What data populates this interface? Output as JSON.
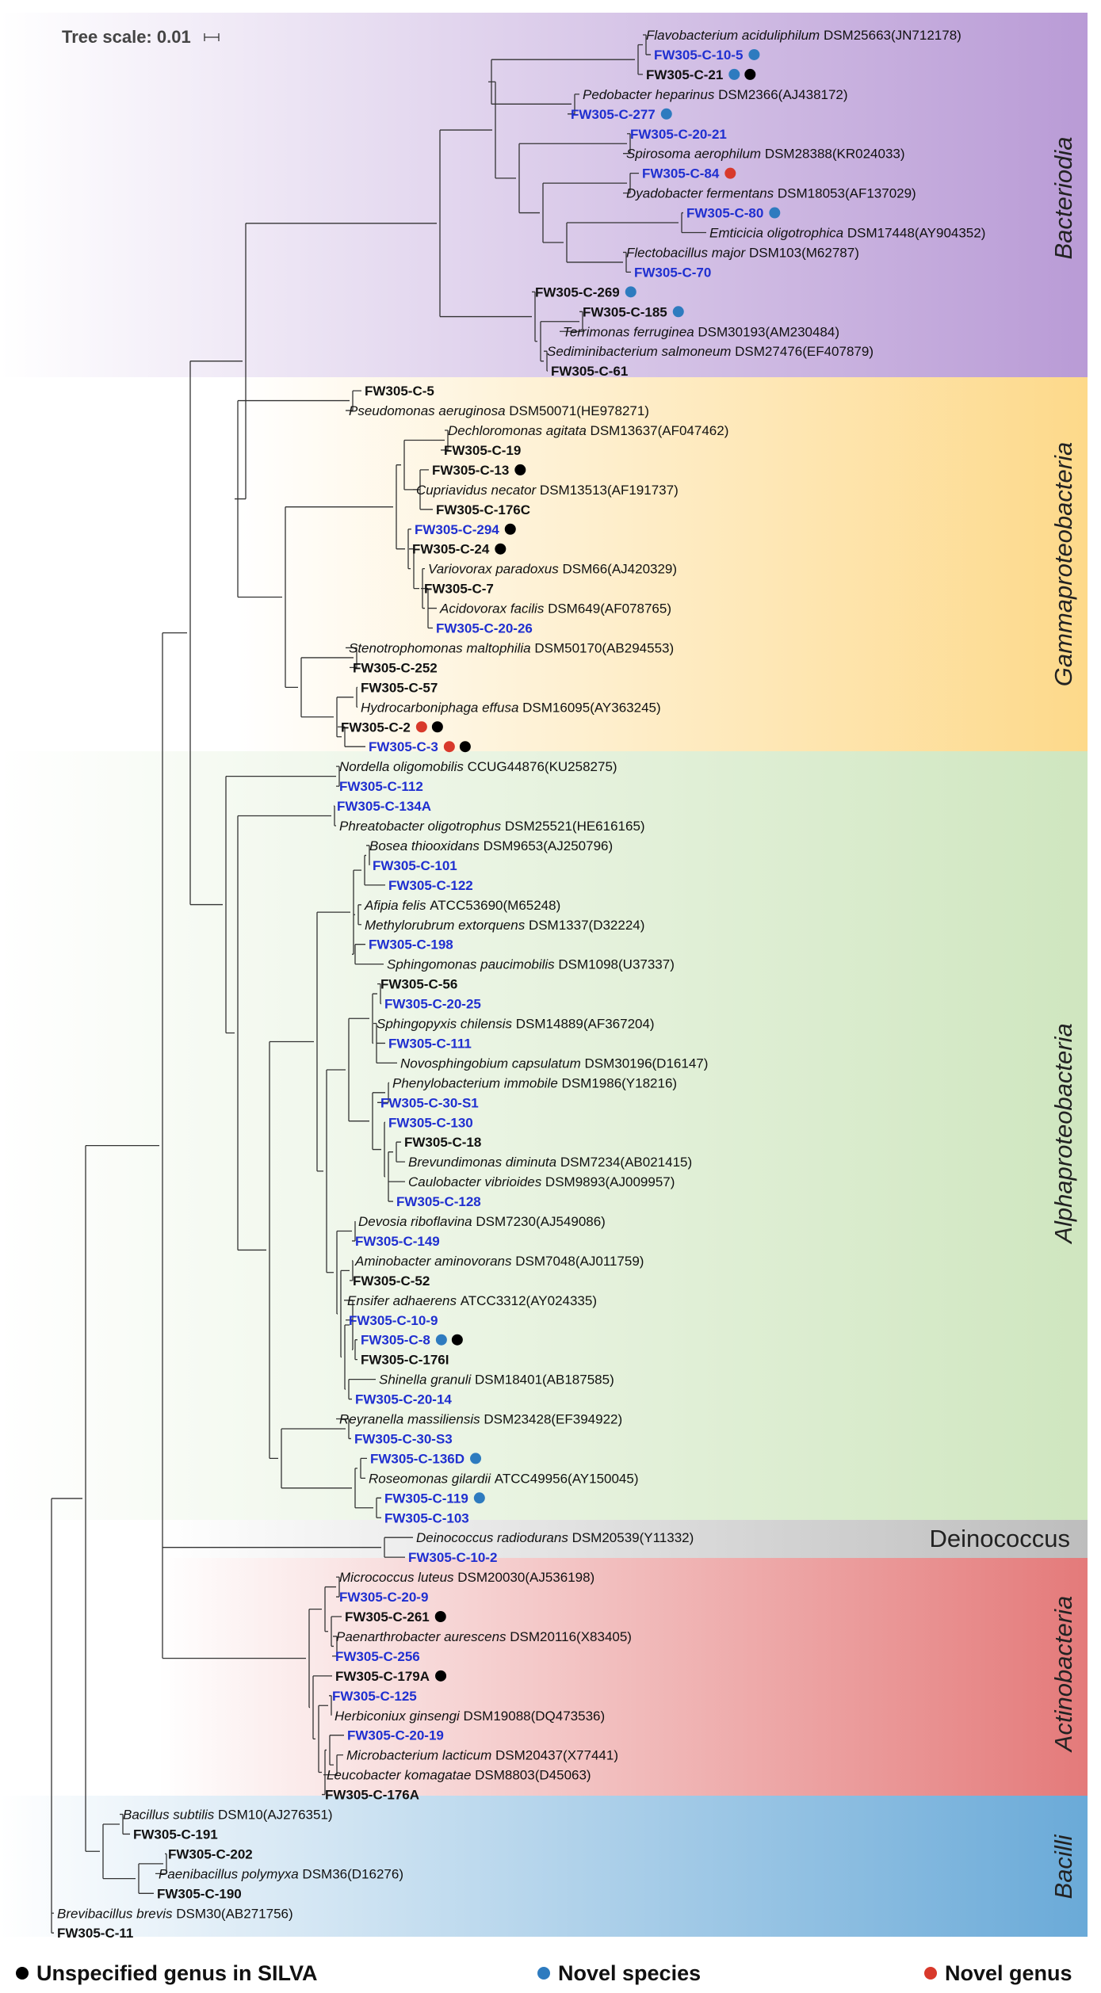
{
  "scale": {
    "label": "Tree scale: 0.01"
  },
  "colors": {
    "novel_isolate_text": "#1f2fd0",
    "dot_unspecified": "#000000",
    "dot_novel_species": "#2e7bbf",
    "dot_novel_genus": "#d8392b",
    "bacteriodia_bg": "#b99bd6",
    "gamma_bg": "#fdd98a",
    "alpha_bg": "#cfe6bf",
    "deino_bg": "#bdbdbd",
    "actino_bg": "#e47a7a",
    "bacilli_bg": "#6aaad8"
  },
  "clades": [
    {
      "label": "Bacteriodia"
    },
    {
      "label": "Gammaproteobacteria"
    },
    {
      "label": "Alphaproteobacteria"
    },
    {
      "label": "Deinococcus"
    },
    {
      "label": "Actinobacteria"
    },
    {
      "label": "Bacilli"
    }
  ],
  "leaves": [
    {
      "sp": "Flavobacterium aciduliphilum",
      "acc": "DSM25663(JN712178)"
    },
    {
      "iso": "FW305-C-10-5",
      "novel": true,
      "dots": [
        "b"
      ]
    },
    {
      "iso": "FW305-C-21",
      "dots": [
        "b",
        "k"
      ]
    },
    {
      "sp": "Pedobacter heparinus",
      "acc": "DSM2366(AJ438172)"
    },
    {
      "iso": "FW305-C-277",
      "novel": true,
      "dots": [
        "b"
      ]
    },
    {
      "iso": "FW305-C-20-21",
      "novel": true
    },
    {
      "sp": "Spirosoma aerophilum",
      "acc": "DSM28388(KR024033)"
    },
    {
      "iso": "FW305-C-84",
      "novel": true,
      "dots": [
        "r"
      ]
    },
    {
      "sp": "Dyadobacter fermentans",
      "acc": "DSM18053(AF137029)"
    },
    {
      "iso": "FW305-C-80",
      "novel": true,
      "dots": [
        "b"
      ]
    },
    {
      "sp": "Emticicia oligotrophica",
      "acc": "DSM17448(AY904352)"
    },
    {
      "sp": "Flectobacillus major",
      "acc": "DSM103(M62787)"
    },
    {
      "iso": "FW305-C-70",
      "novel": true
    },
    {
      "iso": "FW305-C-269",
      "dots": [
        "b"
      ]
    },
    {
      "iso": "FW305-C-185",
      "dots": [
        "b"
      ]
    },
    {
      "sp": "Terrimonas ferruginea",
      "acc": "DSM30193(AM230484)"
    },
    {
      "sp": "Sediminibacterium salmoneum",
      "acc": "DSM27476(EF407879)"
    },
    {
      "iso": "FW305-C-61"
    },
    {
      "iso": "FW305-C-5"
    },
    {
      "sp": "Pseudomonas aeruginosa",
      "acc": "DSM50071(HE978271)"
    },
    {
      "sp": "Dechloromonas agitata",
      "acc": "DSM13637(AF047462)"
    },
    {
      "iso": "FW305-C-19"
    },
    {
      "iso": "FW305-C-13",
      "dots": [
        "k"
      ]
    },
    {
      "sp": "Cupriavidus necator",
      "acc": "DSM13513(AF191737)"
    },
    {
      "iso": "FW305-C-176C"
    },
    {
      "iso": "FW305-C-294",
      "novel": true,
      "dots": [
        "k"
      ]
    },
    {
      "iso": "FW305-C-24",
      "dots": [
        "k"
      ]
    },
    {
      "sp": "Variovorax paradoxus",
      "acc": "DSM66(AJ420329)"
    },
    {
      "iso": "FW305-C-7"
    },
    {
      "sp": "Acidovorax facilis",
      "acc": "DSM649(AF078765)"
    },
    {
      "iso": "FW305-C-20-26",
      "novel": true
    },
    {
      "sp": "Stenotrophomonas maltophilia",
      "acc": "DSM50170(AB294553)"
    },
    {
      "iso": "FW305-C-252"
    },
    {
      "iso": "FW305-C-57"
    },
    {
      "sp": "Hydrocarboniphaga effusa",
      "acc": "DSM16095(AY363245)"
    },
    {
      "iso": "FW305-C-2",
      "dots": [
        "r",
        "k"
      ]
    },
    {
      "iso": "FW305-C-3",
      "novel": true,
      "dots": [
        "r",
        "k"
      ]
    },
    {
      "sp": "Nordella oligomobilis",
      "acc": "CCUG44876(KU258275)"
    },
    {
      "iso": "FW305-C-112",
      "novel": true
    },
    {
      "iso": "FW305-C-134A",
      "novel": true
    },
    {
      "sp": "Phreatobacter oligotrophus",
      "acc": "DSM25521(HE616165)"
    },
    {
      "sp": "Bosea thiooxidans",
      "acc": "DSM9653(AJ250796)"
    },
    {
      "iso": "FW305-C-101",
      "novel": true
    },
    {
      "iso": "FW305-C-122",
      "novel": true
    },
    {
      "sp": "Afipia felis",
      "acc": "ATCC53690(M65248)"
    },
    {
      "sp": "Methylorubrum extorquens",
      "acc": "DSM1337(D32224)"
    },
    {
      "iso": "FW305-C-198",
      "novel": true
    },
    {
      "sp": "Sphingomonas paucimobilis",
      "acc": "DSM1098(U37337)"
    },
    {
      "iso": "FW305-C-56"
    },
    {
      "iso": "FW305-C-20-25",
      "novel": true
    },
    {
      "sp": "Sphingopyxis chilensis",
      "acc": "DSM14889(AF367204)"
    },
    {
      "iso": "FW305-C-111",
      "novel": true
    },
    {
      "sp": "Novosphingobium capsulatum",
      "acc": "DSM30196(D16147)"
    },
    {
      "sp": "Phenylobacterium immobile",
      "acc": "DSM1986(Y18216)"
    },
    {
      "iso": "FW305-C-30-S1",
      "novel": true
    },
    {
      "iso": "FW305-C-130",
      "novel": true
    },
    {
      "iso": "FW305-C-18"
    },
    {
      "sp": "Brevundimonas diminuta",
      "acc": "DSM7234(AB021415)"
    },
    {
      "sp": "Caulobacter vibrioides",
      "acc": "DSM9893(AJ009957)"
    },
    {
      "iso": "FW305-C-128",
      "novel": true
    },
    {
      "sp": "Devosia riboflavina",
      "acc": "DSM7230(AJ549086)"
    },
    {
      "iso": "FW305-C-149",
      "novel": true
    },
    {
      "sp": "Aminobacter aminovorans",
      "acc": "DSM7048(AJ011759)"
    },
    {
      "iso": "FW305-C-52"
    },
    {
      "sp": "Ensifer adhaerens",
      "acc": "ATCC3312(AY024335)"
    },
    {
      "iso": "FW305-C-10-9",
      "novel": true
    },
    {
      "iso": "FW305-C-8",
      "novel": true,
      "dots": [
        "b",
        "k"
      ]
    },
    {
      "iso": "FW305-C-176I"
    },
    {
      "sp": "Shinella granuli",
      "acc": "DSM18401(AB187585)"
    },
    {
      "iso": "FW305-C-20-14",
      "novel": true
    },
    {
      "sp": "Reyranella massiliensis",
      "acc": "DSM23428(EF394922)"
    },
    {
      "iso": "FW305-C-30-S3",
      "novel": true
    },
    {
      "iso": "FW305-C-136D",
      "novel": true,
      "dots": [
        "b"
      ]
    },
    {
      "sp": "Roseomonas gilardii",
      "acc": "ATCC49956(AY150045)"
    },
    {
      "iso": "FW305-C-119",
      "novel": true,
      "dots": [
        "b"
      ]
    },
    {
      "iso": "FW305-C-103",
      "novel": true
    },
    {
      "sp": "Deinococcus radiodurans",
      "acc": "DSM20539(Y11332)"
    },
    {
      "iso": "FW305-C-10-2",
      "novel": true
    },
    {
      "sp": "Micrococcus luteus",
      "acc": "DSM20030(AJ536198)"
    },
    {
      "iso": "FW305-C-20-9",
      "novel": true
    },
    {
      "iso": "FW305-C-261",
      "dots": [
        "k"
      ]
    },
    {
      "sp": "Paenarthrobacter aurescens",
      "acc": "DSM20116(X83405)"
    },
    {
      "iso": "FW305-C-256",
      "novel": true
    },
    {
      "iso": "FW305-C-179A",
      "dots": [
        "k"
      ]
    },
    {
      "iso": "FW305-C-125",
      "novel": true
    },
    {
      "sp": "Herbiconiux ginsengi",
      "acc": "DSM19088(DQ473536)"
    },
    {
      "iso": "FW305-C-20-19",
      "novel": true
    },
    {
      "sp": "Microbacterium lacticum",
      "acc": "DSM20437(X77441)"
    },
    {
      "sp": "Leucobacter komagatae",
      "acc": "DSM8803(D45063)"
    },
    {
      "iso": "FW305-C-176A"
    },
    {
      "sp": "Bacillus subtilis",
      "acc": "DSM10(AJ276351)"
    },
    {
      "iso": "FW305-C-191"
    },
    {
      "iso": "FW305-C-202"
    },
    {
      "sp": "Paenibacillus polymyxa",
      "acc": "DSM36(D16276)"
    },
    {
      "iso": "FW305-C-190"
    },
    {
      "sp": "Brevibacillus brevis",
      "acc": "DSM30(AB271756)"
    },
    {
      "iso": "FW305-C-11"
    }
  ],
  "legend": [
    {
      "label": "Unspecified genus in SILVA",
      "color": "#000000"
    },
    {
      "label": "Novel species",
      "color": "#2e7bbf"
    },
    {
      "label": "Novel genus",
      "color": "#d8392b"
    }
  ]
}
